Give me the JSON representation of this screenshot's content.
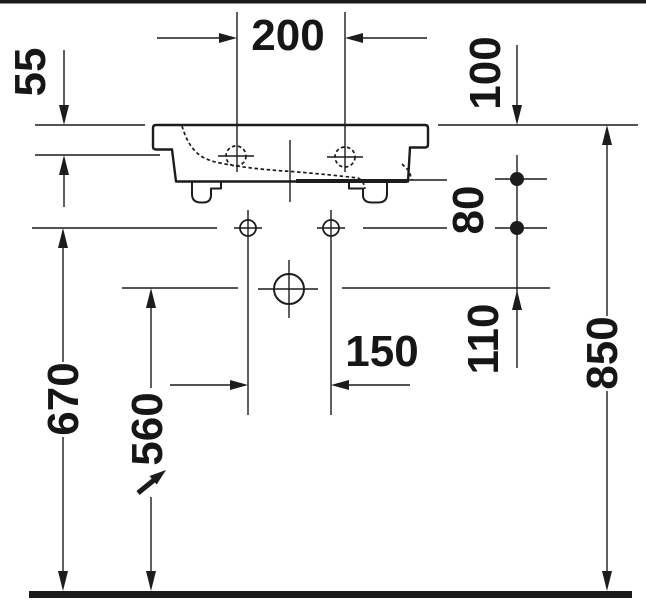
{
  "drawing": {
    "type": "technical-dimension-drawing",
    "subject": "wall-mounted washbasin, side elevation with installation dimensions",
    "units": "mm",
    "colors": {
      "line": "#1c1c1c",
      "background": "#ffffff"
    },
    "labels": {
      "fixing_hole_spacing": "200",
      "rim_thickness": "55",
      "rim_to_upper_fixing": "100",
      "fixing_vertical_spacing": "80",
      "wall_anchor_spacing": "150",
      "anchor_to_outlet": "110",
      "anchor_height": "670",
      "outlet_height": "560",
      "rim_height": "850"
    }
  }
}
